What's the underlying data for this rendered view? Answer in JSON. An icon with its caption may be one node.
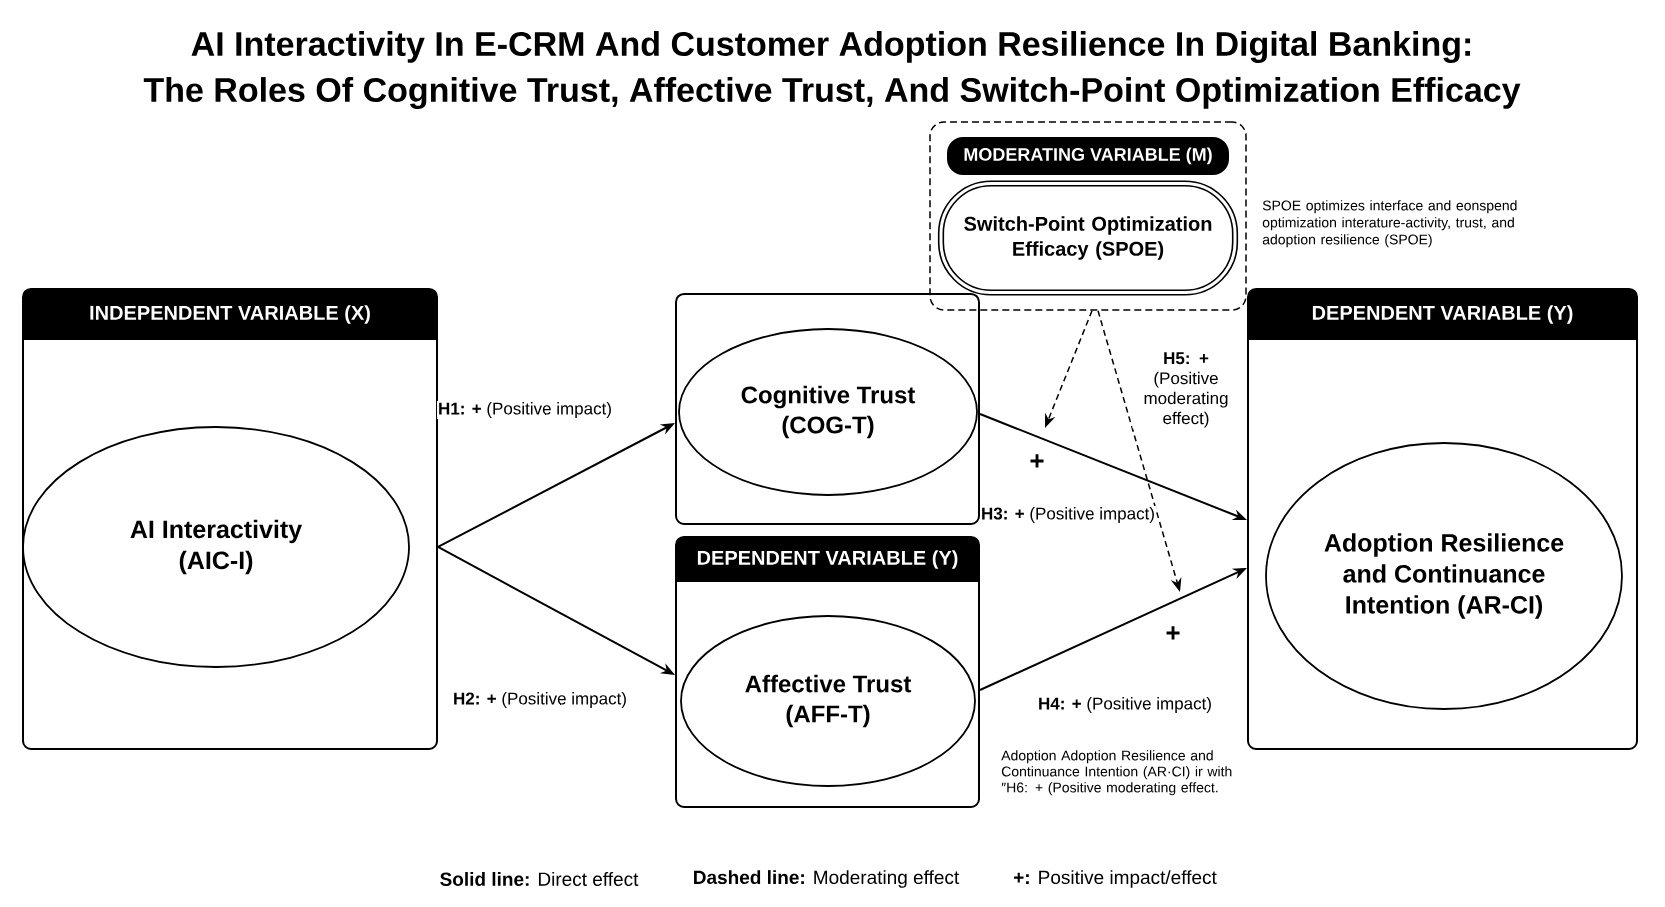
{
  "diagram": {
    "title": "AI Interactivity In E-CRM And Customer Adoption Resilience In Digital Banking: The Roles Of Cognitive Trust, Affective Trust, And Switch-Point Optimization Efficacy",
    "nodes": [
      {
        "text": [
          "INDEPENDENT VARIABLE (X)"
        ]
      },
      {
        "text": [
          "AI Interactivity (AIC-I)"
        ],
        "in": 0
      },
      {
        "text": [],
        "shape": "box"
      },
      {
        "text": [
          "Cognitive Trust (COG-T)"
        ],
        "in": 2
      },
      {
        "text": [
          "DEPENDENT VARIABLE (Y)"
        ]
      },
      {
        "text": [
          "Affective Trust (AFF-T)"
        ],
        "in": 4
      },
      {
        "text": [
          "MODERATING VARIABLE (M)"
        ],
        "beside": [
          "SPOE optimizes interface and eonspend optimization interature-activity, trust, and adoption resilience (SPOE)"
        ]
      },
      {
        "text": [
          "Switch-Point Optimization Efficacy (SPOE)"
        ],
        "in": 6
      },
      {
        "text": [
          "DEPENDENT VARIABLE (Y)"
        ]
      },
      {
        "text": [
          "Adoption Resilience and Continuance Intention (AR-CI)"
        ],
        "in": 8
      }
    ],
    "edges": [
      {
        "from": 0,
        "to": 2,
        "arrow": "to",
        "label": "**H1: +** (Positive impact)"
      },
      {
        "from": 0,
        "to": 4,
        "arrow": "to",
        "label": "**H2: +** (Positive impact)"
      },
      {
        "from": 2,
        "to": 8,
        "arrow": "to",
        "label": "**H3: +** (Positive impact)"
      },
      {
        "from": 4,
        "to": 8,
        "arrow": "to",
        "label": "**H4: +** (Positive impact)"
      },
      {
        "from": 6,
        "to": null,
        "arrow": "to",
        "style": "dashed"
      },
      {
        "from": 6,
        "to": null,
        "arrow": "to",
        "style": "dashed",
        "label": "**H5: +** (Positive moderating effect)"
      }
    ],
    "labels": [
      "+",
      "+",
      "Adoption Adoption Resilience and Continuance Intention (AR·CI) ir with ″H6: + (Positive moderating effect.",
      "**Solid line:** Direct effect",
      "**Dashed line:** Moderating effect",
      "**+:** Positive impact/effect"
    ]
  }
}
